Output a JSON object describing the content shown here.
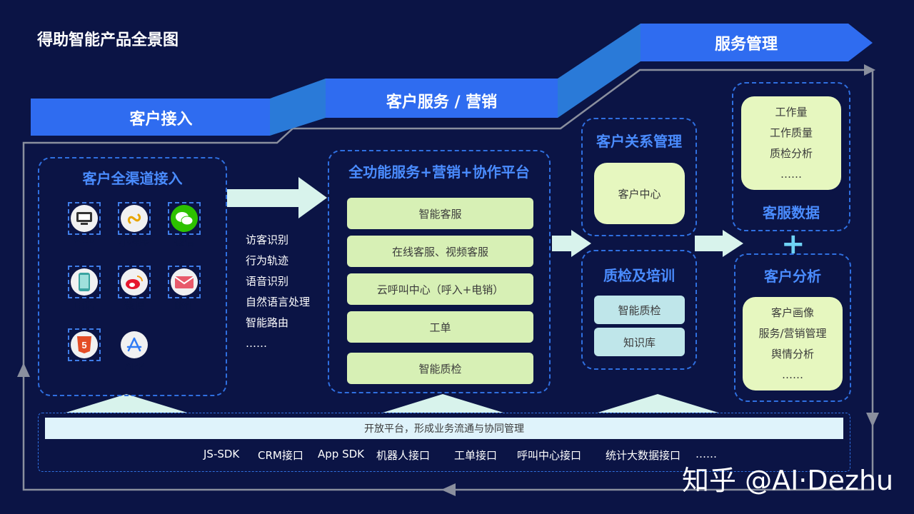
{
  "title": "得助智能产品全景图",
  "stages": [
    "客户接入",
    "客户服务 / 营销",
    "服务管理"
  ],
  "access": {
    "title": "客户全渠道接入",
    "channels": [
      {
        "label": "web",
        "icon": "web-icon"
      },
      {
        "label": "小程序",
        "icon": "mini-program-icon"
      },
      {
        "label": "微信",
        "icon": "wechat-icon"
      },
      {
        "label": "电话",
        "icon": "phone-icon"
      },
      {
        "label": "微博",
        "icon": "weibo-icon"
      },
      {
        "label": "邮件",
        "icon": "mail-icon"
      },
      {
        "label": "H5",
        "icon": "html5-icon"
      },
      {
        "label": "APP",
        "icon": "app-store-icon"
      }
    ],
    "functions": [
      "访客识别",
      "行为轨迹",
      "语音识别",
      "自然语言处理",
      "智能路由",
      "……"
    ]
  },
  "platform": {
    "title": "全功能服务+营销+协作平台",
    "items": [
      "智能客服",
      "在线客服、视频客服",
      "云呼叫中心（呼入+电销）",
      "工单",
      "智能质检"
    ]
  },
  "crm": {
    "title": "客户关系管理",
    "item": "客户中心"
  },
  "qa": {
    "title": "质检及培训",
    "items": [
      "智能质检",
      "知识库"
    ]
  },
  "service_data": {
    "title": "客服数据",
    "items": [
      "工作量",
      "工作质量",
      "质检分析",
      "……"
    ]
  },
  "customer_analysis": {
    "title": "客户分析",
    "items": [
      "客户画像",
      "服务/营销管理",
      "舆情分析",
      "……"
    ]
  },
  "plus_sign": "+",
  "open_platform": {
    "label": "开放平台，形成业务流通与协同管理",
    "apis": [
      "JS-SDK",
      "CRM接口",
      "App SDK",
      "机器人接口",
      "工单接口",
      "呼叫中心接口",
      "统计大数据接口",
      "……"
    ]
  },
  "watermark": "知乎 @AI·Dezhu",
  "colors": {
    "background": "#0b1445",
    "banner": "#2f6cf0",
    "title_blue": "#4a8cff",
    "pill_green": "#d7f0b5",
    "pill_cyan": "#bfe6ea",
    "arrow": "#d8f3ec"
  }
}
